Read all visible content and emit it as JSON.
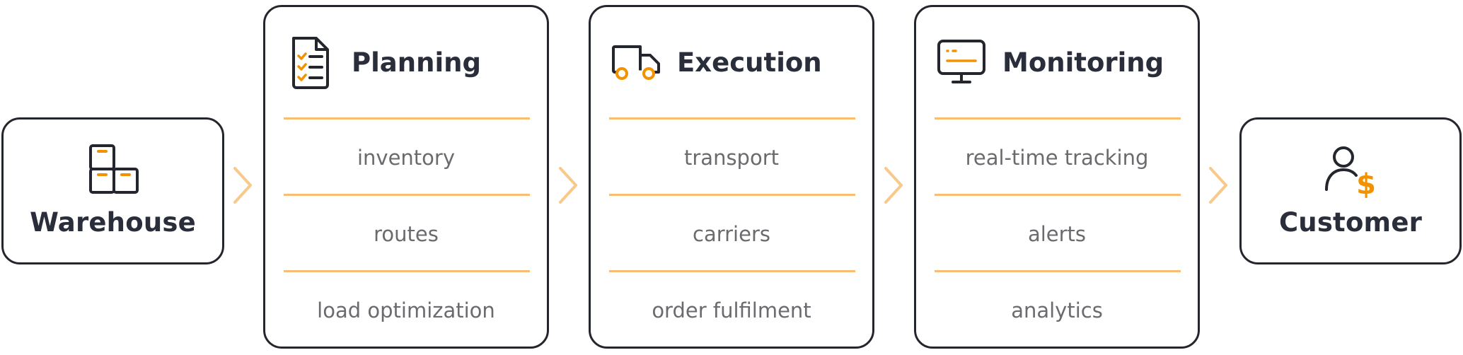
{
  "colors": {
    "accent": "#f39200",
    "divider": "#f7bd70",
    "chevron": "#f8c98a",
    "border": "#24262d",
    "title_text": "#2a2d3a",
    "item_text": "#6b6b6f"
  },
  "warehouse": {
    "title": "Warehouse",
    "icon": "boxes-icon"
  },
  "stages": [
    {
      "title": "Planning",
      "icon": "checklist-document-icon",
      "items": [
        "inventory",
        "routes",
        "load optimization"
      ]
    },
    {
      "title": "Execution",
      "icon": "truck-icon",
      "items": [
        "transport",
        "carriers",
        "order fulfilment"
      ]
    },
    {
      "title": "Monitoring",
      "icon": "monitor-icon",
      "items": [
        "real-time tracking",
        "alerts",
        "analytics"
      ]
    }
  ],
  "customer": {
    "title": "Customer",
    "icon": "user-dollar-icon"
  }
}
